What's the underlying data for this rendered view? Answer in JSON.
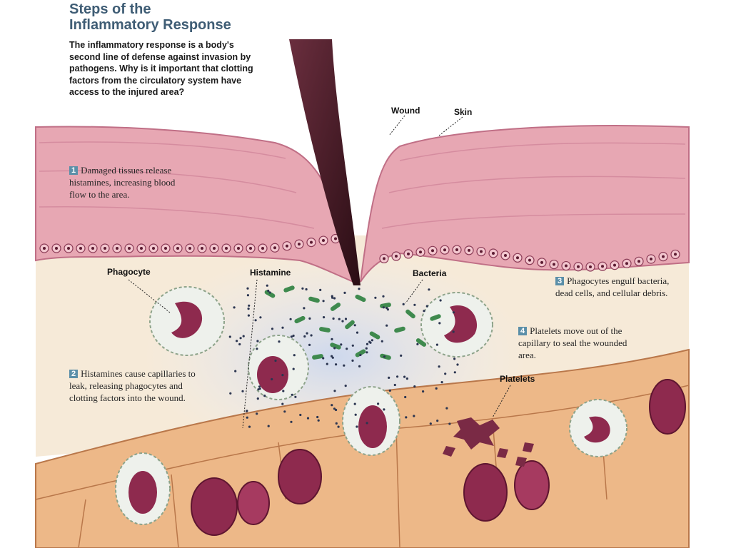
{
  "title": "Steps of the\nInflammatory Response",
  "intro": "The inflammatory response is a body's second line of defense against invasion by pathogens. Why is it important that clotting factors from the circulatory system have access to the injured area?",
  "labels": {
    "wound": "Wound",
    "skin": "Skin",
    "phagocyte": "Phagocyte",
    "histamine": "Histamine",
    "bacteria": "Bacteria",
    "platelets": "Platelets"
  },
  "steps": [
    {
      "number": "1",
      "text": "Damaged tissues release histamines, increasing blood flow to the area."
    },
    {
      "number": "2",
      "text": "Histamines cause capillaries to leak, releasing phagocytes and clotting factors into the wound."
    },
    {
      "number": "3",
      "text": "Phagocytes engulf bacteria, dead cells, and cellular debris."
    },
    {
      "number": "4",
      "text": "Platelets move out of the capillary to seal the wounded area."
    }
  ],
  "colors": {
    "skin": "#e7a7b3",
    "skin_dark": "#c06f86",
    "dermis": "#f6ead8",
    "capillary": "#edb888",
    "red_blood_cell": "#8e2a4e",
    "bacteria": "#3f8a4e",
    "step_badge": "#5b8fa8",
    "title": "#3f5d75"
  }
}
